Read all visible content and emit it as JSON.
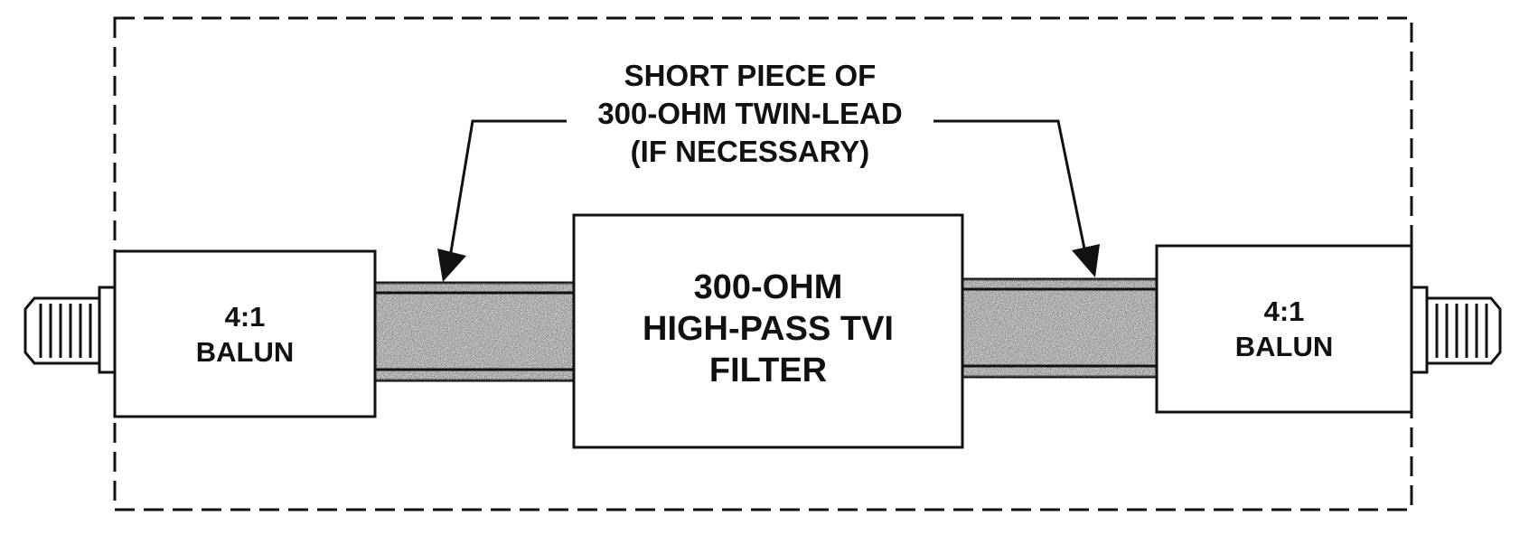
{
  "callout": {
    "line1": "SHORT PIECE OF",
    "line2": "300-OHM TWIN-LEAD",
    "line3": "(IF NECESSARY)"
  },
  "filter": {
    "line1": "300-OHM",
    "line2": "HIGH-PASS TVI",
    "line3": "FILTER"
  },
  "left_balun": {
    "line1": "4:1",
    "line2": "BALUN"
  },
  "right_balun": {
    "line1": "4:1",
    "line2": "BALUN"
  },
  "colors": {
    "ink": "#111111",
    "background": "#ffffff"
  }
}
